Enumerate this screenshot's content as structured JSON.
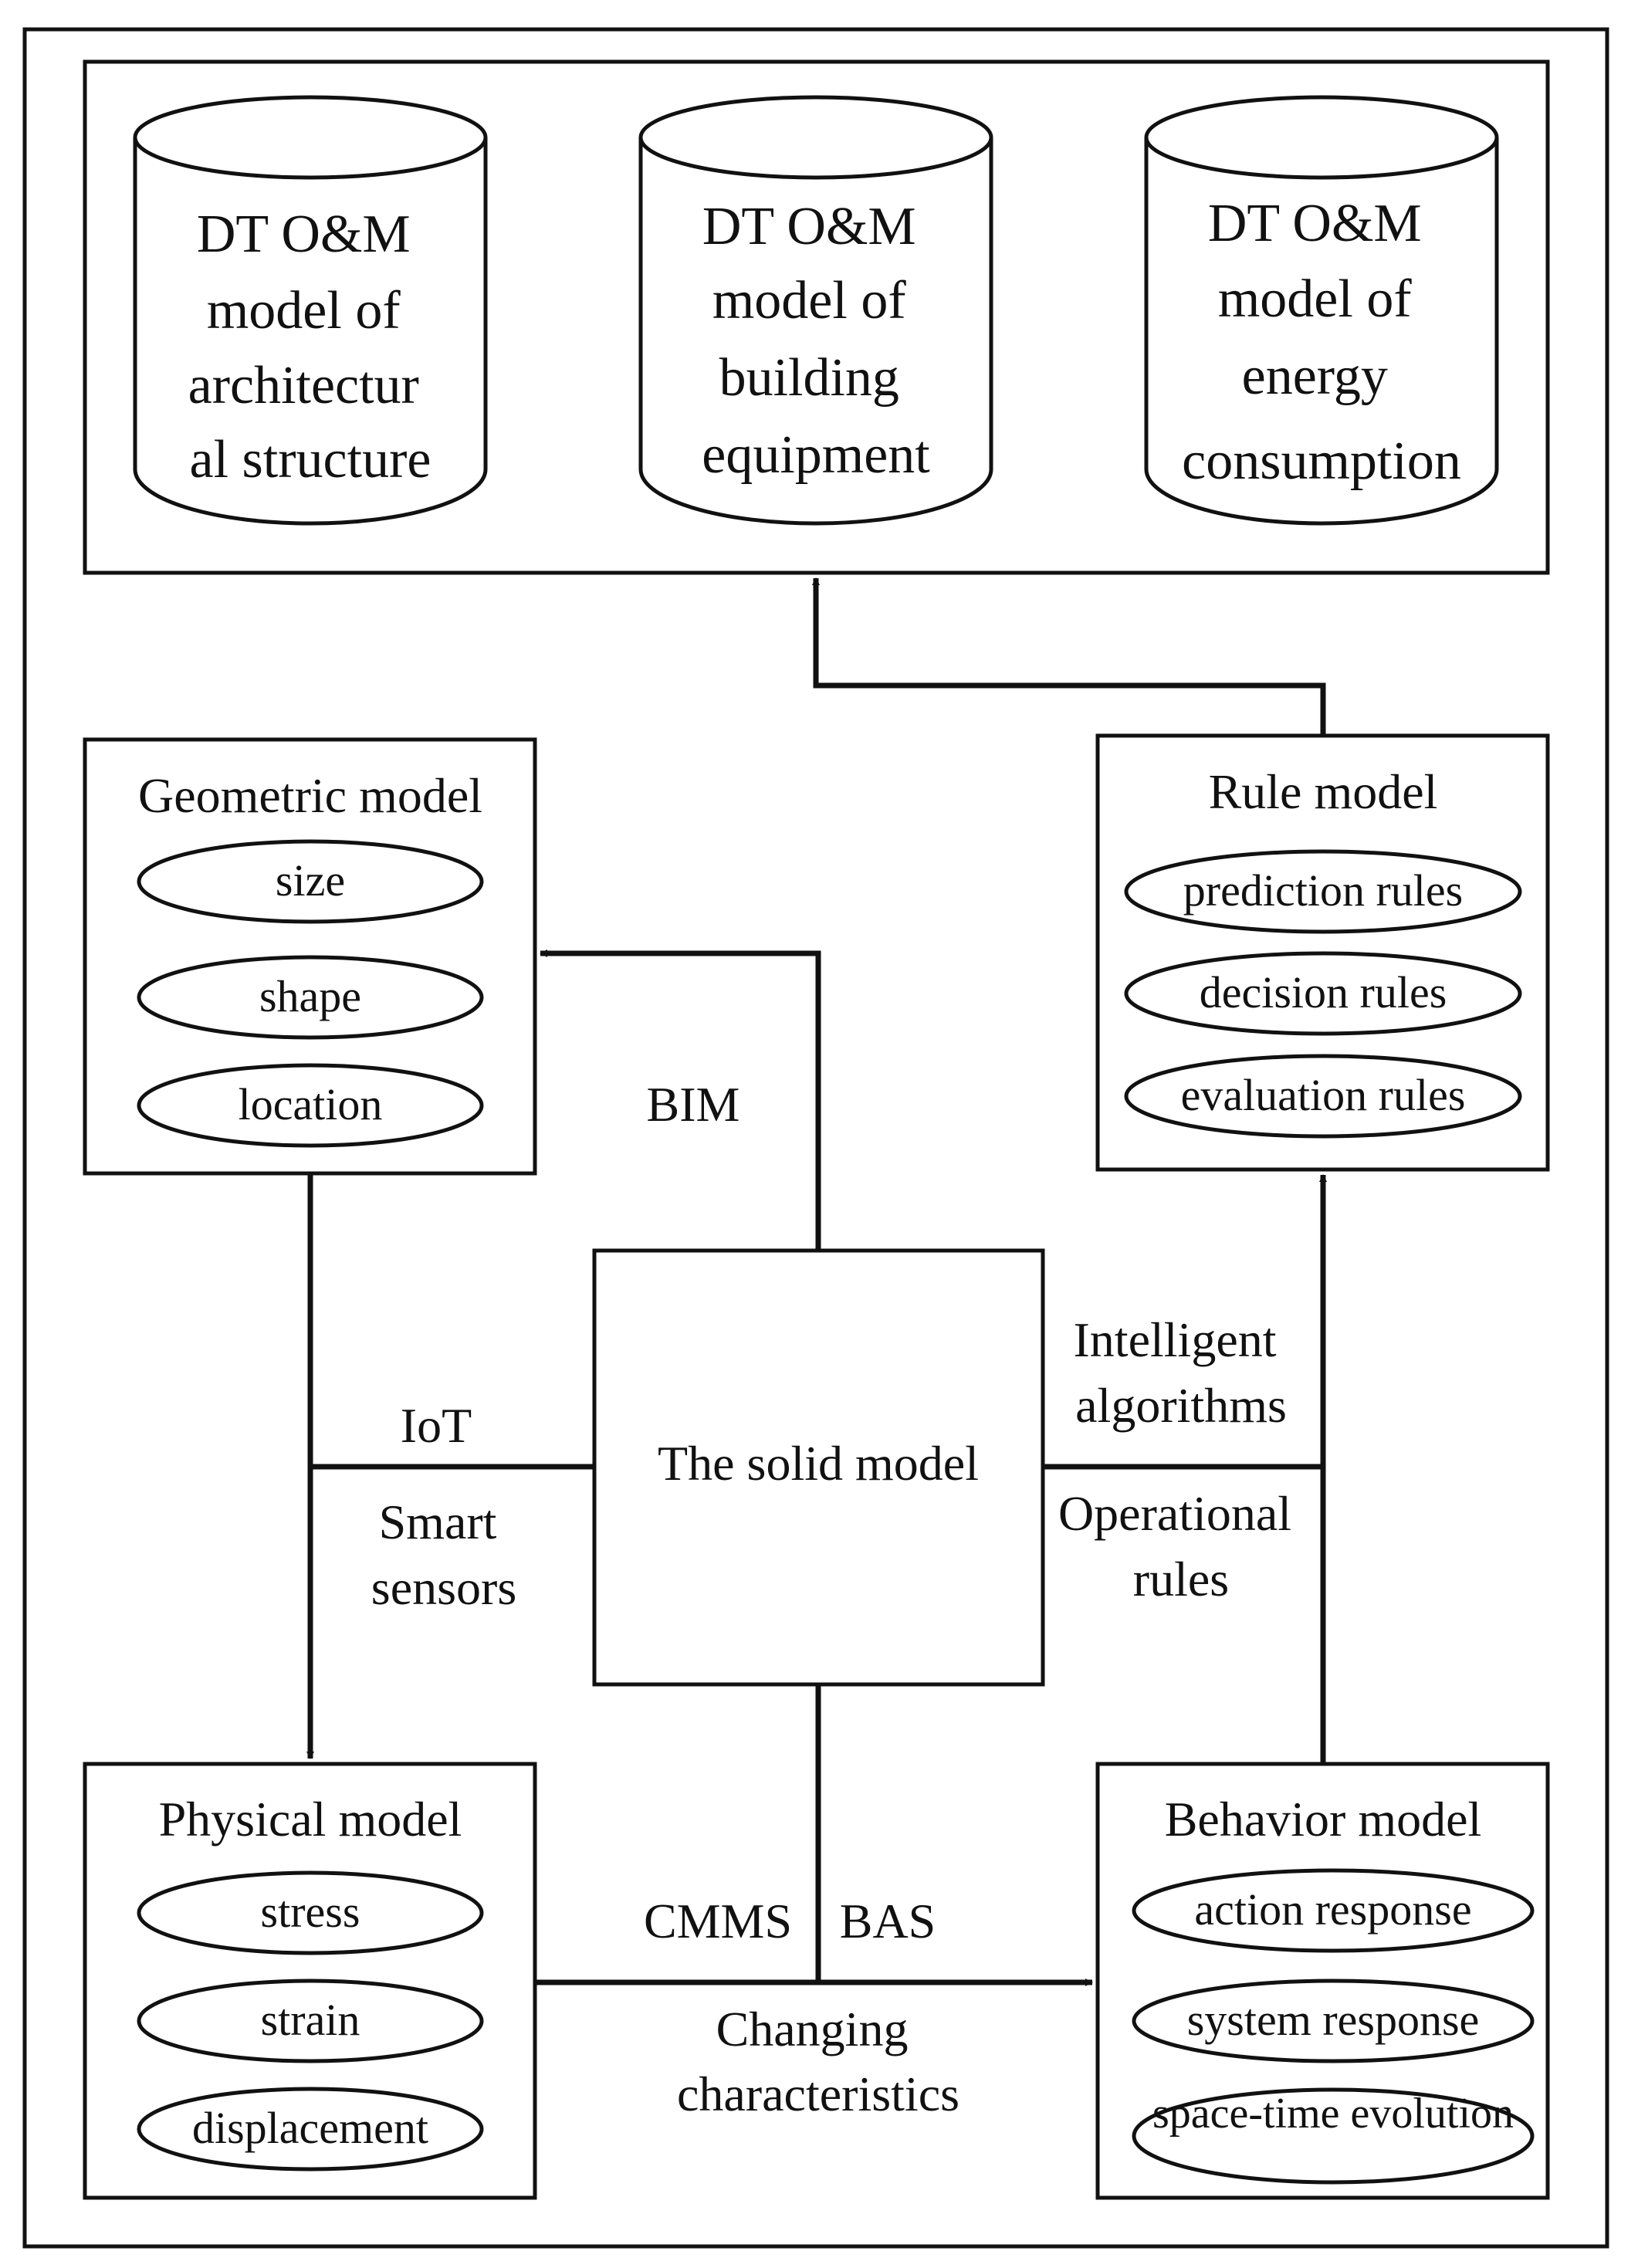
{
  "colors": {
    "stroke": "#111111",
    "background": "#ffffff"
  },
  "dt_models": [
    {
      "lines": [
        "DT O&M",
        "model of",
        "architectur",
        "al structure"
      ]
    },
    {
      "lines": [
        "DT O&M",
        "model of",
        "building",
        "equipment"
      ]
    },
    {
      "lines": [
        "DT O&M",
        "model of",
        "energy",
        "consumption"
      ]
    }
  ],
  "geometric_model": {
    "title": "Geometric model",
    "attributes": [
      "size",
      "shape",
      "location"
    ]
  },
  "rule_model": {
    "title": "Rule model",
    "attributes": [
      "prediction rules",
      "decision rules",
      "evaluation rules"
    ]
  },
  "physical_model": {
    "title": "Physical model",
    "attributes": [
      "stress",
      "strain",
      "displacement"
    ]
  },
  "behavior_model": {
    "title": "Behavior model",
    "attributes": [
      "action response",
      "system response",
      "space-time evolution"
    ]
  },
  "solid_model": {
    "title": "The solid model"
  },
  "edge_labels": {
    "bim": "BIM",
    "iot": "IoT",
    "smart_sensors": [
      "Smart",
      "sensors"
    ],
    "intelligent_algorithms": [
      "Intelligent",
      "algorithms"
    ],
    "operational_rules": [
      "Operational",
      "rules"
    ],
    "cmms": "CMMS",
    "bas": "BAS",
    "changing_characteristics": [
      "Changing",
      "characteristics"
    ]
  }
}
